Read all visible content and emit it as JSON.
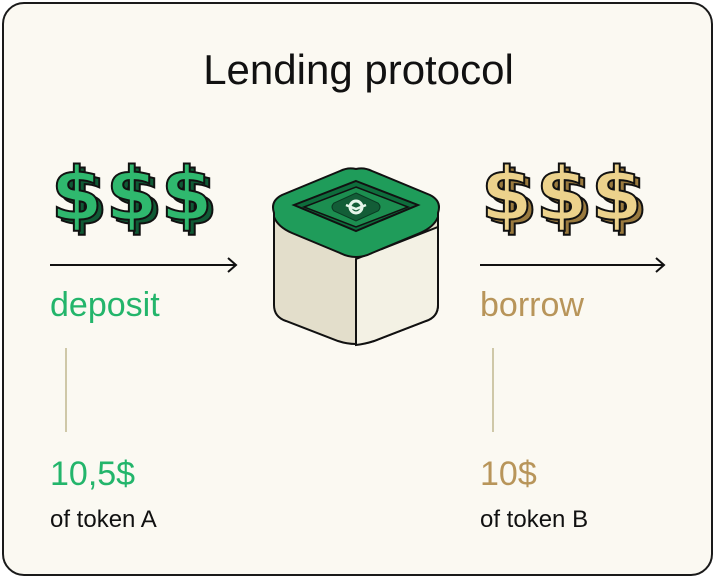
{
  "title": "Lending protocol",
  "colors": {
    "green": "#23b56b",
    "gold": "#b8955a",
    "frame": "#1a1a1a",
    "background": "#fbf9f2"
  },
  "left": {
    "action": "deposit",
    "amount": "10,5$",
    "token": "of token A",
    "icon": "green-dollar-coins-icon"
  },
  "right": {
    "action": "borrow",
    "amount": "10$",
    "token": "of token B",
    "icon": "gold-dollar-coins-icon"
  },
  "center": {
    "icon": "protocol-vault-box-icon"
  }
}
